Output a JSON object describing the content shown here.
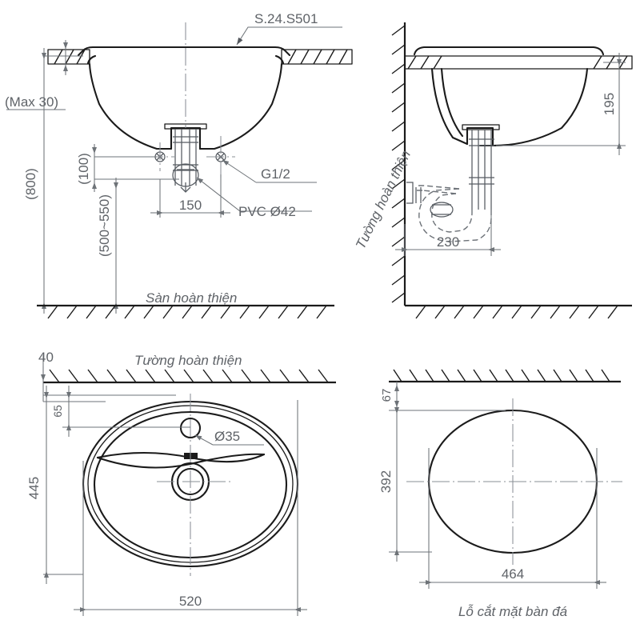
{
  "drawing": {
    "title": "Lavatory installation drawing",
    "model_callout": "S.24.S501",
    "units": "mm"
  },
  "views": {
    "section_front": {
      "name": "front-section-view",
      "labels": {
        "model": "S.24.S501",
        "max_counter": "(Max 30)",
        "height_800": "(800)",
        "dim_100": "(100)",
        "dim_500_550": "(500~550)",
        "dim_150": "150",
        "supply": "G1/2",
        "waste": "PVC Ø42",
        "floor": "Sàn hoàn thiện"
      }
    },
    "section_side": {
      "name": "side-section-view",
      "labels": {
        "wall": "Tường hoàn thiện",
        "bowl_depth": "195",
        "trap_offset": "230"
      }
    },
    "plan_basin": {
      "name": "basin-plan-view",
      "labels": {
        "wall": "Tường hoàn thiện",
        "gap_40": "40",
        "back_65": "65",
        "tap_hole": "Ø35",
        "depth_445": "445",
        "width_520": "520"
      }
    },
    "plan_cutout": {
      "name": "counter-cutout-plan-view",
      "labels": {
        "back_67": "67",
        "depth_392": "392",
        "width_464": "464",
        "caption": "Lỗ cắt mặt bàn đá"
      }
    }
  },
  "colors": {
    "outline": "#1b1b1b",
    "dimension": "#6e7378",
    "text": "#5f6368",
    "background": "#ffffff"
  }
}
